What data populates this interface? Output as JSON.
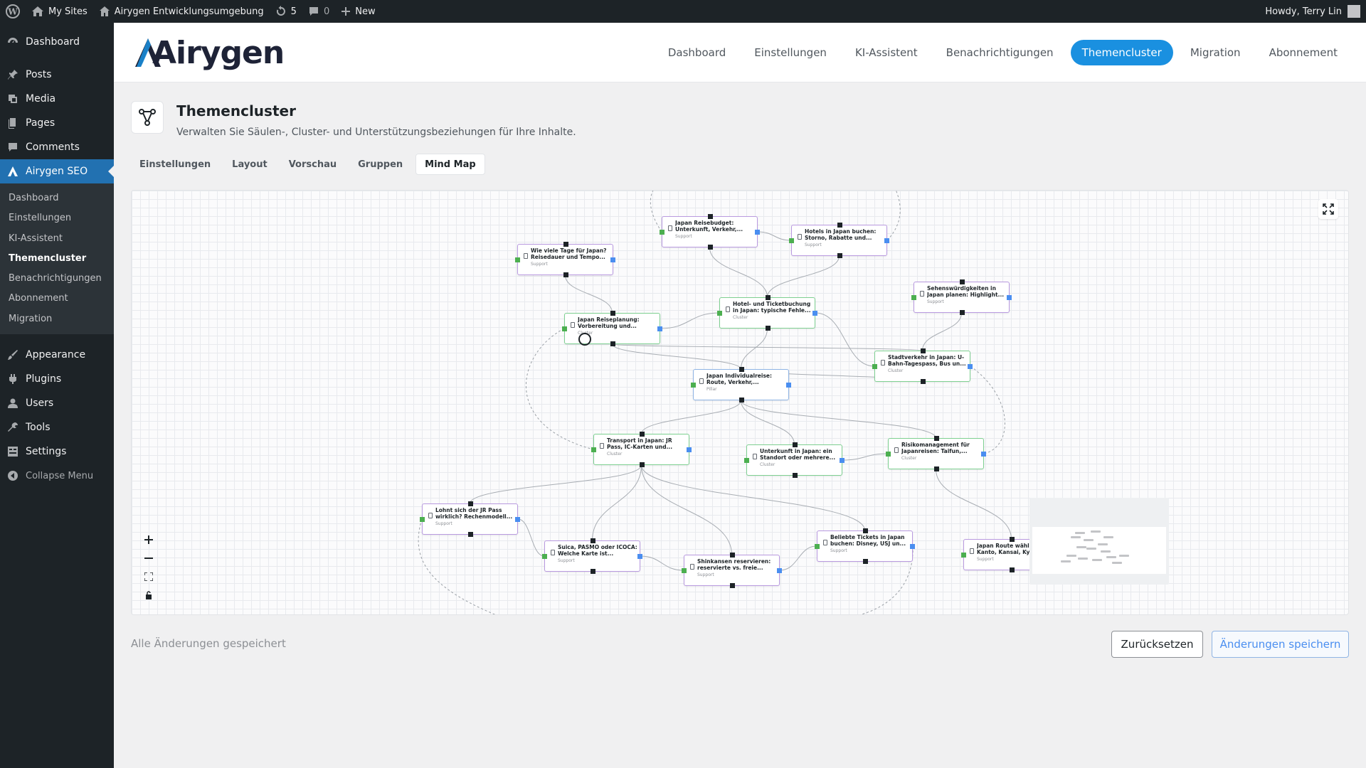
{
  "adminbar": {
    "my_sites": "My Sites",
    "site_name": "Airygen Entwicklungsumgebung",
    "updates_count": "5",
    "comments_count": "0",
    "new_label": "New",
    "howdy": "Howdy, Terry Lin"
  },
  "sidebar": {
    "items": [
      {
        "label": "Dashboard",
        "icon": "dashboard-icon"
      },
      {
        "label": "Posts",
        "icon": "pin-icon"
      },
      {
        "label": "Media",
        "icon": "media-icon"
      },
      {
        "label": "Pages",
        "icon": "pages-icon"
      },
      {
        "label": "Comments",
        "icon": "comment-icon"
      },
      {
        "label": "Airygen SEO",
        "icon": "airygen-icon"
      }
    ],
    "submenu": [
      "Dashboard",
      "Einstellungen",
      "KI-Assistent",
      "Themencluster",
      "Benachrichtigungen",
      "Abonnement",
      "Migration"
    ],
    "lower_items": [
      {
        "label": "Appearance",
        "icon": "brush-icon"
      },
      {
        "label": "Plugins",
        "icon": "plugin-icon"
      },
      {
        "label": "Users",
        "icon": "user-icon"
      },
      {
        "label": "Tools",
        "icon": "wrench-icon"
      },
      {
        "label": "Settings",
        "icon": "settings-icon"
      }
    ],
    "collapse": "Collapse Menu"
  },
  "plugin": {
    "logo": "Airygen",
    "nav": [
      "Dashboard",
      "Einstellungen",
      "KI-Assistent",
      "Benachrichtigungen",
      "Themencluster",
      "Migration",
      "Abonnement"
    ],
    "active_nav": "Themencluster",
    "accent": "#1a90e0"
  },
  "page": {
    "title": "Themencluster",
    "subtitle": "Verwalten Sie Säulen-, Cluster- und Unterstützungsbeziehungen für Ihre Inhalte.",
    "tabs": [
      "Einstellungen",
      "Layout",
      "Vorschau",
      "Gruppen",
      "Mind Map"
    ],
    "active_tab": "Mind Map"
  },
  "mindmap": {
    "nodes": [
      {
        "id": "n1",
        "title": "Japan Reisebudget: Unterkunft, Verkehr,...",
        "type": "Support",
        "kind": "support"
      },
      {
        "id": "n2",
        "title": "Hotels in Japan buchen: Storno, Rabatte und...",
        "type": "Support",
        "kind": "support"
      },
      {
        "id": "n3",
        "title": "Wie viele Tage für Japan? Reisedauer und Tempo...",
        "type": "Support",
        "kind": "support"
      },
      {
        "id": "n4",
        "title": "Japan Reiseplanung: Vorbereitung und...",
        "type": "Cluster",
        "kind": "cluster"
      },
      {
        "id": "n5",
        "title": "Hotel- und Ticketbuchung in Japan: typische Fehle...",
        "type": "Cluster",
        "kind": "cluster"
      },
      {
        "id": "n6",
        "title": "Sehenswürdigkeiten in Japan planen: Highlight...",
        "type": "Support",
        "kind": "support"
      },
      {
        "id": "n7",
        "title": "Stadtverkehr in Japan: U-Bahn-Tagespass, Bus un...",
        "type": "Cluster",
        "kind": "cluster"
      },
      {
        "id": "n8",
        "title": "Japan Individualreise: Route, Verkehr,...",
        "type": "Pillar",
        "kind": "pillar"
      },
      {
        "id": "n9",
        "title": "Transport in Japan: JR Pass, IC-Karten und...",
        "type": "Cluster",
        "kind": "cluster"
      },
      {
        "id": "n10",
        "title": "Unterkunft in Japan: ein Standort oder mehrere...",
        "type": "Cluster",
        "kind": "cluster"
      },
      {
        "id": "n11",
        "title": "Risikomanagement für Japanreisen: Taifun,...",
        "type": "Cluster",
        "kind": "cluster"
      },
      {
        "id": "n12",
        "title": "Lohnt sich der JR Pass wirklich? Rechenmodell...",
        "type": "Support",
        "kind": "support"
      },
      {
        "id": "n13",
        "title": "Suica, PASMO oder ICOCA: Welche Karte ist...",
        "type": "Support",
        "kind": "support"
      },
      {
        "id": "n14",
        "title": "Shinkansen reservieren: reservierte vs. freie...",
        "type": "Support",
        "kind": "support"
      },
      {
        "id": "n15",
        "title": "Beliebte Tickets in Japan buchen: Disney, USJ un...",
        "type": "Support",
        "kind": "support"
      },
      {
        "id": "n16",
        "title": "Japan Route wählen: Kanto, Kansai, Kyushu...",
        "type": "Support",
        "kind": "support"
      }
    ],
    "edges": [
      [
        "n8",
        "n4"
      ],
      [
        "n8",
        "n5"
      ],
      [
        "n8",
        "n7"
      ],
      [
        "n8",
        "n9"
      ],
      [
        "n8",
        "n10"
      ],
      [
        "n8",
        "n11"
      ],
      [
        "n4",
        "n3"
      ],
      [
        "n5",
        "n1"
      ],
      [
        "n5",
        "n2"
      ],
      [
        "n7",
        "n6"
      ],
      [
        "n4",
        "n5"
      ],
      [
        "n5",
        "n7"
      ],
      [
        "n9",
        "n12"
      ],
      [
        "n9",
        "n13"
      ],
      [
        "n9",
        "n14"
      ],
      [
        "n9",
        "n15"
      ],
      [
        "n11",
        "n16"
      ],
      [
        "n12",
        "n13"
      ],
      [
        "n13",
        "n14"
      ],
      [
        "n14",
        "n15"
      ],
      [
        "n10",
        "n11"
      ],
      [
        "n4",
        "n7"
      ],
      [
        "n1",
        "n2"
      ]
    ],
    "colors": {
      "support": "#b99ae0",
      "cluster": "#7ed091",
      "pillar": "#8fb4e4",
      "edge": "#a8adb3"
    }
  },
  "footer": {
    "status": "Alle Änderungen gespeichert",
    "reset": "Zurücksetzen",
    "save": "Änderungen speichern"
  }
}
